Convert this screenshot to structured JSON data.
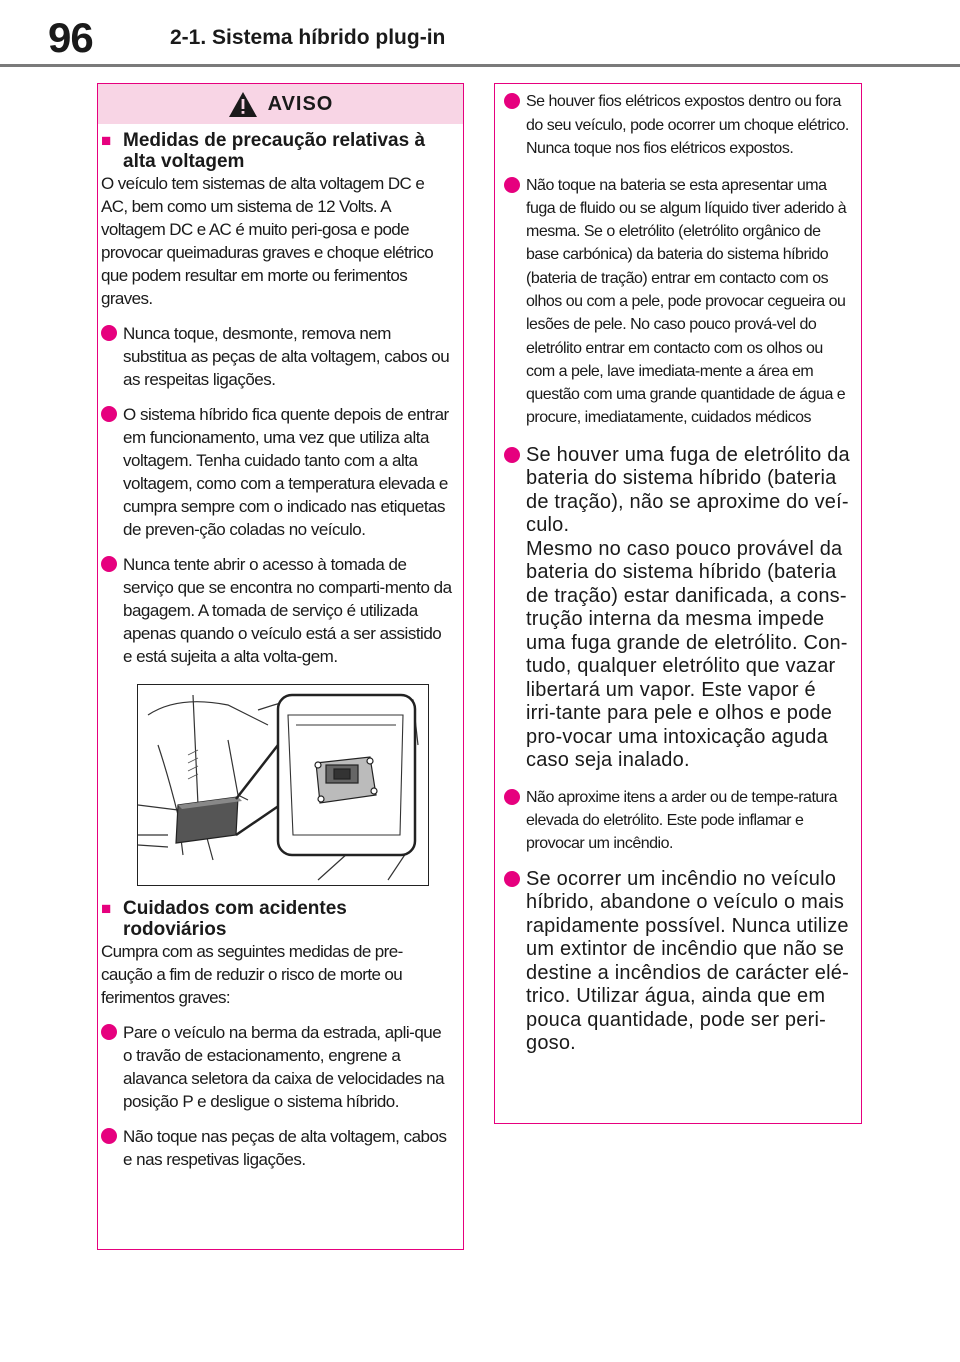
{
  "header": {
    "page_number": "96",
    "section_title": "2-1. Sistema híbrido plug-in"
  },
  "warning_box": {
    "label": "AVISO",
    "section1": {
      "heading": "Medidas de precaução relativas à alta voltagem",
      "intro": "O veículo tem sistemas de alta voltagem DC e AC, bem como um sistema de 12 Volts. A voltagem DC e AC é muito peri-gosa e pode provocar queimaduras graves e choque elétrico que podem resultar em morte ou ferimentos graves.",
      "bullets": [
        "Nunca toque, desmonte, remova nem substitua as peças de alta voltagem, cabos ou as respeitas ligações.",
        "O sistema híbrido fica quente depois de entrar em funcionamento, uma vez que utiliza alta voltagem. Tenha cuidado tanto com a alta voltagem, como com a temperatura elevada e cumpra sempre com o indicado nas etiquetas de preven-ção coladas no veículo.",
        "Nunca tente abrir o acesso à tomada de serviço que se encontra no comparti-mento da bagagem. A tomada de serviço é utilizada apenas quando o veículo está a ser assistido e está sujeita a alta volta-gem."
      ]
    },
    "section2": {
      "heading": "Cuidados com acidentes rodoviários",
      "intro": "Cumpra com as seguintes medidas de pre-caução a fim de reduzir o risco de morte ou ferimentos graves:",
      "bullets": [
        "Pare o veículo na berma da estrada, apli-que o travão de estacionamento, engrene a alavanca seletora da caixa de velocidades na posição P e desligue o sistema híbrido.",
        "Não toque nas peças de alta voltagem, cabos e nas respetivas ligações."
      ]
    }
  },
  "right_box": {
    "bullets_small": [
      "Se houver fios elétricos expostos dentro ou fora do seu veículo, pode ocorrer um choque elétrico. Nunca toque nos fios elétricos expostos.",
      "Não toque na bateria se esta apresentar uma fuga de fluido ou se algum líquido tiver aderido à mesma. Se o eletrólito (eletrólito orgânico de base carbónica) da bateria do sistema híbrido (bateria de tração) entrar em contacto com os olhos ou com a pele, pode provocar cegueira ou lesões de pele. No caso pouco prová-vel do eletrólito entrar em contacto com os olhos ou com a pele, lave imediata-mente a área em questão com uma grande quantidade de água e procure, imediatamente, cuidados médicos"
    ],
    "bullet_large_1_line1": "Se houver uma fuga de eletrólito da bateria do sistema híbrido (bateria de tração), não se aproxime do veí-culo.",
    "bullet_large_1_line2": "Mesmo no caso pouco provável da bateria do sistema híbrido (bateria de tração) estar danificada, a cons-trução interna da mesma impede uma fuga grande de eletrólito. Con-tudo, qualquer eletrólito que vazar libertará um vapor. Este vapor é irri-tante para pele e olhos e pode pro-vocar uma intoxicação aguda caso seja inalado.",
    "bullet_small_3": "Não aproxime itens a arder ou de tempe-ratura elevada do eletrólito. Este pode inflamar e provocar um incêndio.",
    "bullet_large_2": "Se ocorrer um incêndio no veículo híbrido, abandone o veículo o mais rapidamente possível. Nunca utilize um extintor de incêndio que não se destine a incêndios de carácter elé-trico. Utilizar água, ainda que em pouca quantidade, pode ser peri-goso."
  },
  "colors": {
    "accent": "#e6007e",
    "warning_bar": "#f8d5e5",
    "rule": "#7a7a7a"
  },
  "icons": {
    "warning": "warning-triangle-icon",
    "square_marker": "square-bullet-icon",
    "round_marker": "round-bullet-icon"
  }
}
